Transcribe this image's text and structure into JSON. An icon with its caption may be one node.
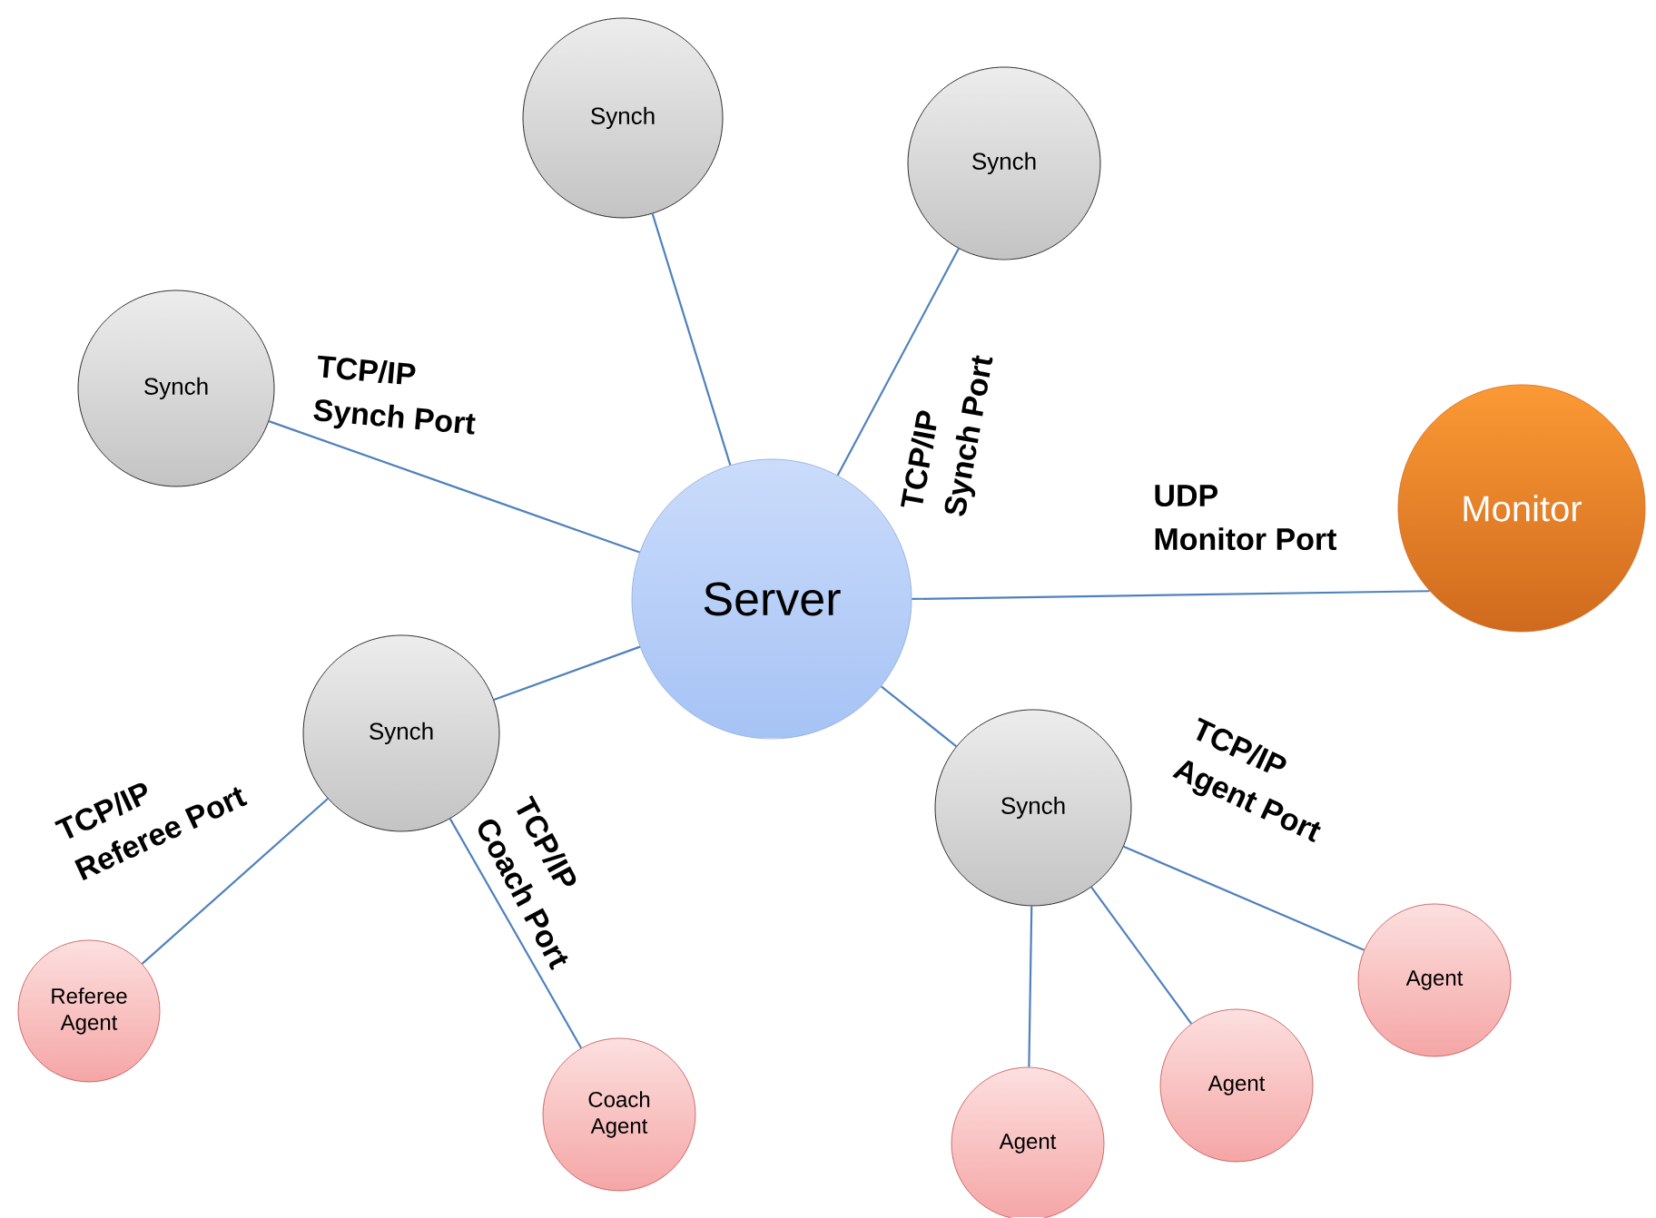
{
  "diagram": {
    "nodes": [
      {
        "text": [
          "Server"
        ]
      },
      {
        "text": [
          "Synch"
        ]
      },
      {
        "text": [
          "Synch"
        ]
      },
      {
        "text": [
          "Synch"
        ]
      },
      {
        "text": [
          "Monitor"
        ]
      },
      {
        "text": [
          "Synch"
        ]
      },
      {
        "text": [
          "Synch"
        ]
      },
      {
        "text": [
          "Referee Agent"
        ]
      },
      {
        "text": [
          "Coach Agent"
        ]
      },
      {
        "text": [
          "Agent"
        ]
      },
      {
        "text": [
          "Agent"
        ]
      },
      {
        "text": [
          "Agent"
        ]
      }
    ],
    "edges": [
      {
        "from": 0,
        "to": 1,
        "arrow": "none"
      },
      {
        "from": 0,
        "to": 2,
        "arrow": "none",
        "label": "TCP/IP Synch Port"
      },
      {
        "from": 0,
        "to": 3,
        "arrow": "none",
        "label": "TCP/IP Synch Port"
      },
      {
        "from": 0,
        "to": 4,
        "arrow": "none",
        "label": "UDP Monitor Port"
      },
      {
        "from": 0,
        "to": 5,
        "arrow": "none"
      },
      {
        "from": 0,
        "to": 6,
        "arrow": "none"
      },
      {
        "from": 5,
        "to": 7,
        "arrow": "none",
        "label": "TCP/IP Referee Port"
      },
      {
        "from": 5,
        "to": 8,
        "arrow": "none",
        "label": "TCP/IP Coach Port"
      },
      {
        "from": 6,
        "to": 9,
        "arrow": "none",
        "label": "TCP/IP Agent Port"
      },
      {
        "from": 6,
        "to": 10,
        "arrow": "none"
      },
      {
        "from": 6,
        "to": 11,
        "arrow": "none"
      }
    ]
  }
}
